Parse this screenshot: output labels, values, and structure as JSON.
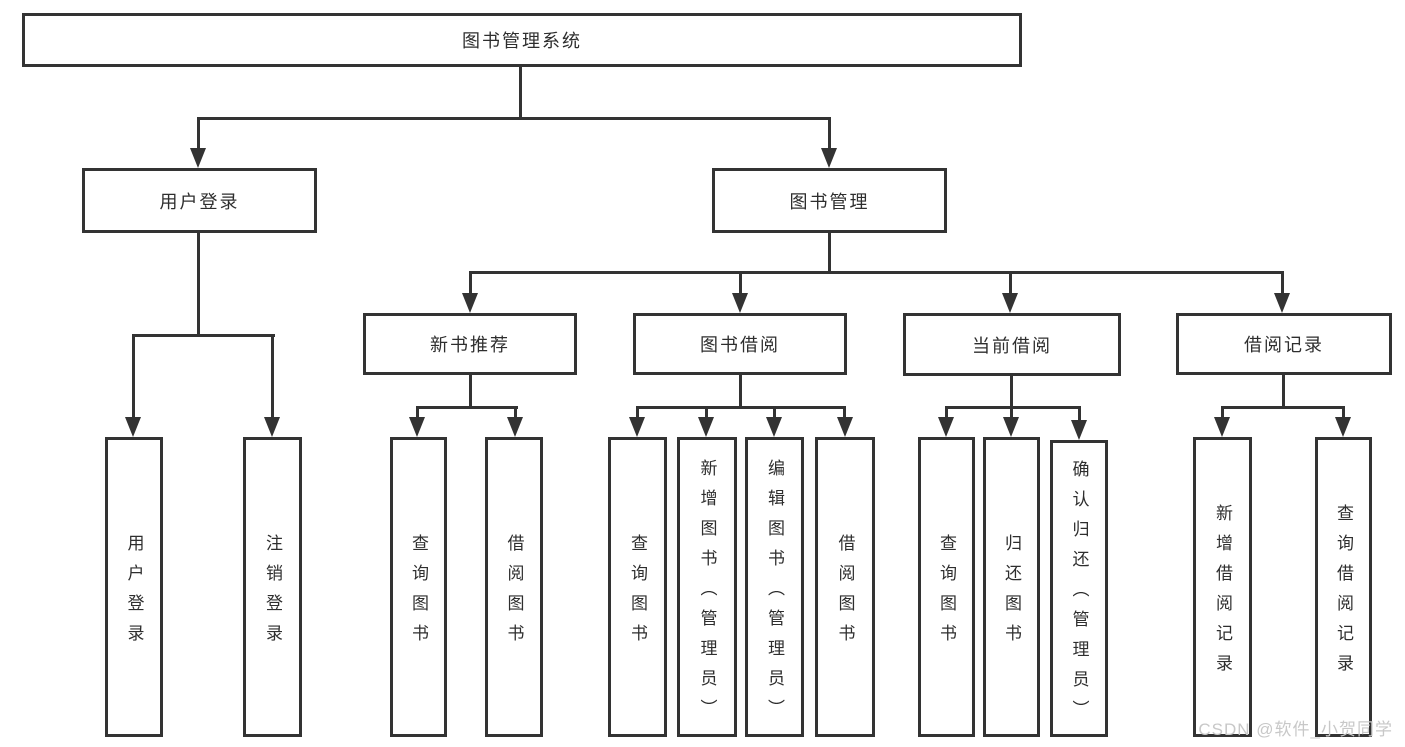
{
  "diagram": {
    "root": {
      "label": "图书管理系统"
    },
    "branches": [
      {
        "label": "用户登录",
        "children": [
          {
            "label": "用户登录"
          },
          {
            "label": "注销登录"
          }
        ]
      },
      {
        "label": "图书管理",
        "sections": [
          {
            "label": "新书推荐",
            "children": [
              {
                "label": "查询图书"
              },
              {
                "label": "借阅图书"
              }
            ]
          },
          {
            "label": "图书借阅",
            "children": [
              {
                "label": "查询图书"
              },
              {
                "label": "新增图书（管理员）"
              },
              {
                "label": "编辑图书（管理员）"
              },
              {
                "label": "借阅图书"
              }
            ]
          },
          {
            "label": "当前借阅",
            "children": [
              {
                "label": "查询图书"
              },
              {
                "label": "归还图书"
              },
              {
                "label": "确认归还（管理员）"
              }
            ]
          },
          {
            "label": "借阅记录",
            "children": [
              {
                "label": "新增借阅记录"
              },
              {
                "label": "查询借阅记录"
              }
            ]
          }
        ]
      }
    ]
  },
  "watermark": {
    "text": "CSDN @软件_小贺同学"
  },
  "colors": {
    "line": "#333333",
    "text": "#2e2e2e",
    "watermark": "#c8c8c8",
    "background": "#ffffff"
  }
}
